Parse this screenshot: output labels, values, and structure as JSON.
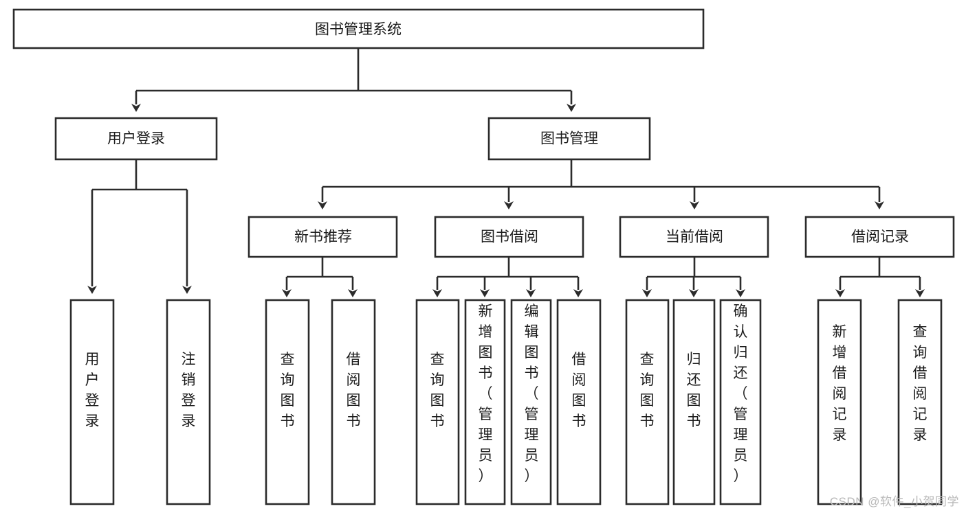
{
  "diagram": {
    "type": "tree",
    "title": "图书管理系统",
    "watermark": "CSDN @软件_小贺同学",
    "colors": {
      "stroke": "#2b2b2b",
      "fill": "#ffffff",
      "text": "#1b1b1b",
      "watermark": "#b9b9b9",
      "background": "#ffffff"
    },
    "nodes": {
      "root": {
        "label": "图书管理系统",
        "level": 0
      },
      "l1": [
        {
          "id": "user-login",
          "label": "用户登录",
          "level": 1
        },
        {
          "id": "book-manage",
          "label": "图书管理",
          "level": 1
        }
      ],
      "l2": [
        {
          "id": "new-book-recommend",
          "label": "新书推荐",
          "level": 2,
          "parent": "book-manage"
        },
        {
          "id": "book-borrow",
          "label": "图书借阅",
          "level": 2,
          "parent": "book-manage"
        },
        {
          "id": "current-borrow",
          "label": "当前借阅",
          "level": 2,
          "parent": "book-manage"
        },
        {
          "id": "borrow-record",
          "label": "借阅记录",
          "level": 2,
          "parent": "book-manage"
        }
      ],
      "leaves": [
        {
          "id": "leaf-user-login",
          "label": "用户登录",
          "parent": "user-login"
        },
        {
          "id": "leaf-logout",
          "label": "注销登录",
          "parent": "user-login"
        },
        {
          "id": "leaf-query-book-1",
          "label": "查询图书",
          "parent": "new-book-recommend"
        },
        {
          "id": "leaf-borrow-book-1",
          "label": "借阅图书",
          "parent": "new-book-recommend"
        },
        {
          "id": "leaf-query-book-2",
          "label": "查询图书",
          "parent": "book-borrow"
        },
        {
          "id": "leaf-add-book",
          "label": "新增图书（管理员）",
          "parent": "book-borrow"
        },
        {
          "id": "leaf-edit-book",
          "label": "编辑图书（管理员）",
          "parent": "book-borrow"
        },
        {
          "id": "leaf-borrow-book-2",
          "label": "借阅图书",
          "parent": "book-borrow"
        },
        {
          "id": "leaf-query-book-3",
          "label": "查询图书",
          "parent": "current-borrow"
        },
        {
          "id": "leaf-return-book",
          "label": "归还图书",
          "parent": "current-borrow"
        },
        {
          "id": "leaf-confirm-return",
          "label": "确认归还（管理员）",
          "parent": "current-borrow"
        },
        {
          "id": "leaf-add-record",
          "label": "新增借阅记录",
          "parent": "borrow-record"
        },
        {
          "id": "leaf-query-record",
          "label": "查询借阅记录",
          "parent": "borrow-record"
        }
      ]
    }
  }
}
